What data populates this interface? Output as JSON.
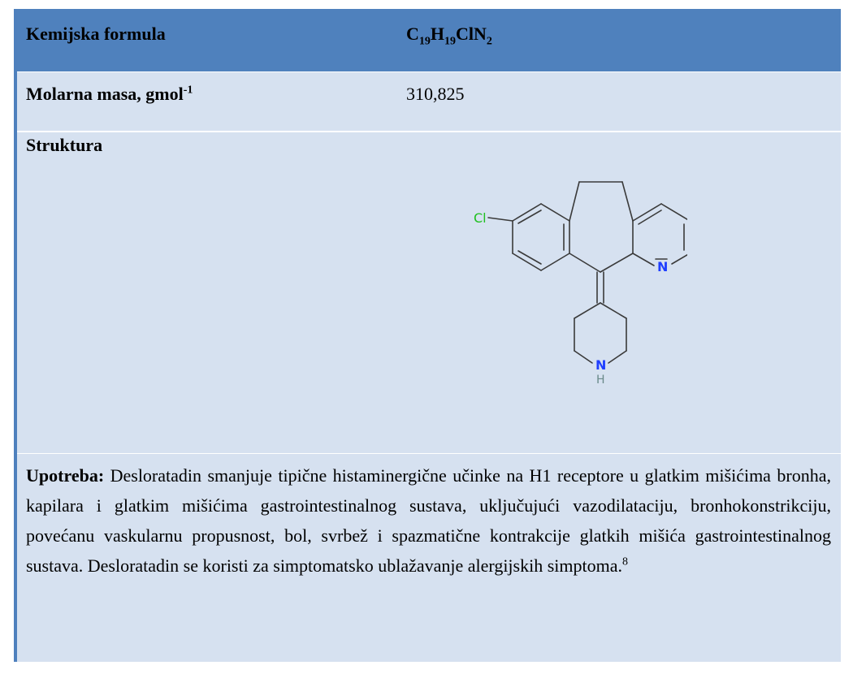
{
  "table": {
    "formula": {
      "label": "Kemijska formula",
      "parts": [
        "C",
        "19",
        "H",
        "19",
        "ClN",
        "2"
      ]
    },
    "mass": {
      "label": "Molarna masa, gmol",
      "label_sup": "-1",
      "value": "310,825"
    },
    "structure": {
      "label": "Struktura",
      "atoms": {
        "chlorine": "Cl",
        "pyridine_n": "N",
        "piperidine_n": "N",
        "piperidine_h": "H"
      }
    },
    "use": {
      "label": "Upotreba:",
      "text": " Desloratadin smanjuje tipične histaminergične učinke na H1 receptore u glatkim mišićima bronha, kapilara i glatkim mišićima gastrointestinalnog sustava, uključujući vazodilataciju, bronhokonstrikciju, povećanu vaskularnu propusnost, bol, svrbež i spazmatične kontrakcije glatkih mišića gastrointestinalnog sustava. Desloratadin se koristi za simptomatsko ublažavanje alergijskih simptoma.",
      "ref": "8"
    }
  },
  "colors": {
    "header_bg": "#4f81bd",
    "row_bg": "#d6e1f0",
    "chlorine": "#1fc01f",
    "nitrogen": "#1f3fff",
    "hydrogen": "#6a8a8a",
    "bond": "#3a3a3a"
  }
}
